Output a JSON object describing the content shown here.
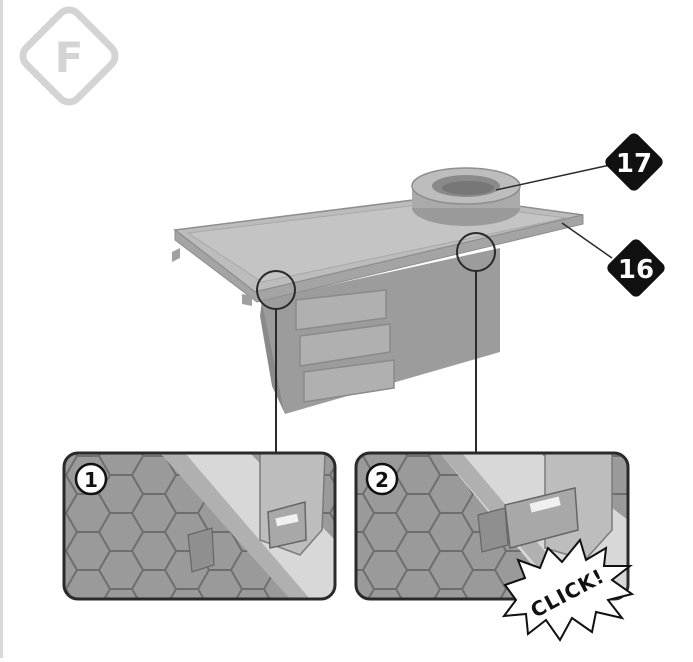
{
  "step_badge": {
    "letter": "F"
  },
  "callouts": [
    {
      "number": "17"
    },
    {
      "number": "16"
    }
  ],
  "insets": [
    {
      "step": "1"
    },
    {
      "step": "2"
    }
  ],
  "click_burst": {
    "text": "CLICK!"
  },
  "colors": {
    "badge_outline": "#d4d4d4",
    "badge_letter": "#d4d4d4",
    "callout_fill": "#111111",
    "callout_text": "#ffffff",
    "plastic_light": "#b8b8b8",
    "plastic_mid": "#a2a2a2",
    "plastic_dark": "#8e8e8e",
    "inset_border": "#2a2a2a"
  }
}
